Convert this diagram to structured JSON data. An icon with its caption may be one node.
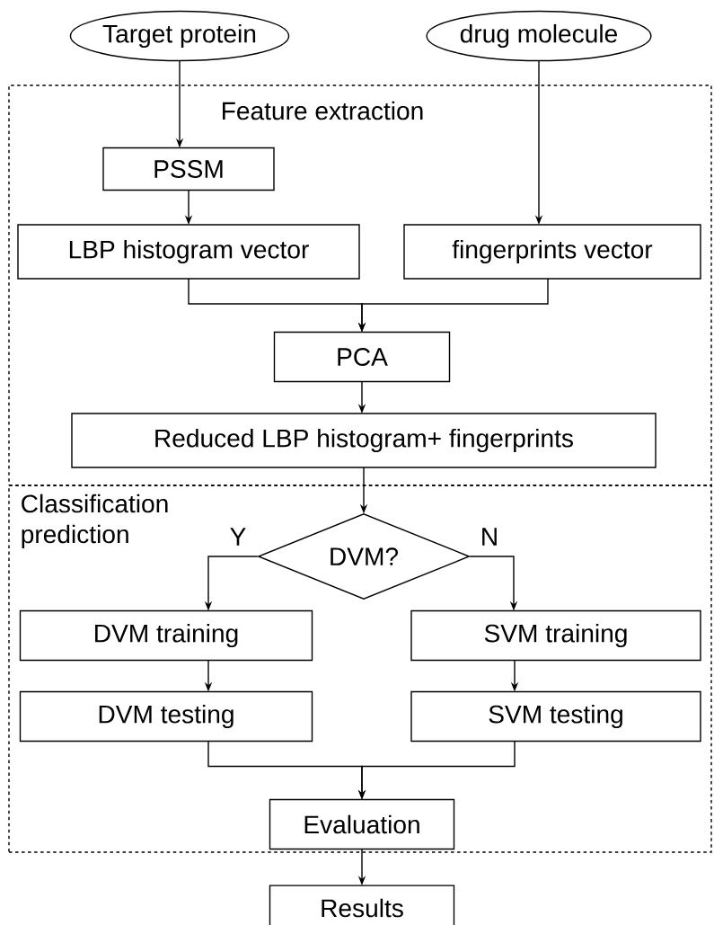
{
  "diagram": {
    "nodes": [
      {
        "text": [
          "Target protein"
        ]
      },
      {
        "text": [
          "drug molecule"
        ]
      },
      {
        "text": [
          "Feature extraction"
        ]
      },
      {
        "text": [
          "PSSM"
        ],
        "in": 2
      },
      {
        "text": [
          "LBP histogram vector"
        ],
        "in": 2
      },
      {
        "text": [
          "fingerprints vector"
        ],
        "in": 2
      },
      {
        "text": [
          "PCA"
        ],
        "in": 2
      },
      {
        "text": [
          "Reduced LBP histogram+ fingerprints"
        ],
        "in": 2
      },
      {
        "text": [
          "Classification prediction"
        ]
      },
      {
        "text": [
          "DVM?"
        ],
        "in": 8
      },
      {
        "text": [
          "DVM training"
        ],
        "in": 8
      },
      {
        "text": [
          "SVM training"
        ],
        "in": 8
      },
      {
        "text": [
          "DVM testing"
        ],
        "in": 8
      },
      {
        "text": [
          "SVM testing"
        ],
        "in": 8
      },
      {
        "text": [
          "Evaluation"
        ],
        "in": 8
      },
      {
        "text": [
          "Results"
        ]
      }
    ],
    "edges": [
      {
        "from": 0,
        "to": 3,
        "arrow": "to"
      },
      {
        "from": 1,
        "to": 5,
        "arrow": "to"
      },
      {
        "from": 3,
        "to": 4,
        "arrow": "to"
      },
      {
        "from": 4,
        "to": 6,
        "arrow": "to"
      },
      {
        "from": 5,
        "to": 6,
        "arrow": "to"
      },
      {
        "from": 6,
        "to": 7,
        "arrow": "to"
      },
      {
        "from": 7,
        "to": 9,
        "arrow": "to"
      },
      {
        "from": 9,
        "to": 10,
        "arrow": "to",
        "label": "Y"
      },
      {
        "from": 9,
        "to": 11,
        "arrow": "to",
        "label": "N"
      },
      {
        "from": 10,
        "to": 12,
        "arrow": "to"
      },
      {
        "from": 11,
        "to": 13,
        "arrow": "to"
      },
      {
        "from": 12,
        "to": 14,
        "arrow": "to"
      },
      {
        "from": 13,
        "to": 14,
        "arrow": "to"
      },
      {
        "from": 14,
        "to": 15,
        "arrow": "to"
      }
    ]
  }
}
